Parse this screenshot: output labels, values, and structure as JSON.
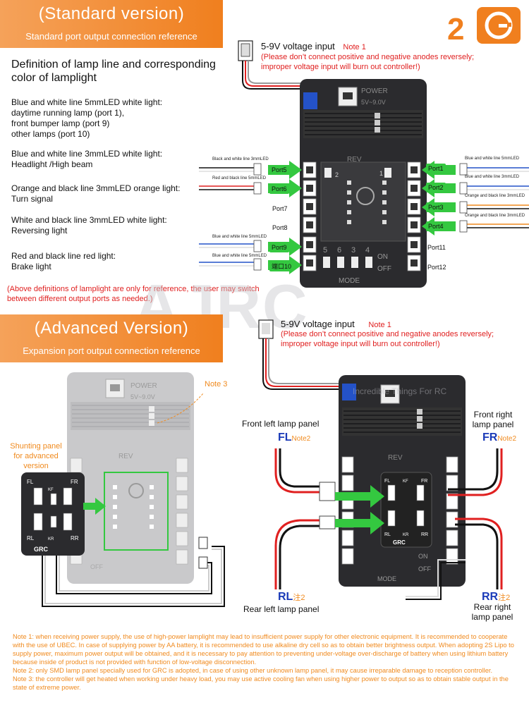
{
  "standard": {
    "title": "(Standard version)",
    "subtitle": "Standard port output connection reference",
    "definition_title": "Definition of lamp line and corresponding color of lamplight",
    "definitions": [
      {
        "l1": "Blue and white line 5mmLED white light:",
        "l2": "daytime running lamp (port 1),",
        "l3": "front bumper lamp (port 9)",
        "l4": "other lamps (port 10)"
      },
      {
        "l1": "Blue and white line 3mmLED white light:",
        "l2": "Headlight /High beam"
      },
      {
        "l1": "Orange and black line 3mmLED orange light:",
        "l2": "Turn signal"
      },
      {
        "l1": "White and black line 3mmLED white light:",
        "l2": "Reversing light"
      },
      {
        "l1": "Red and black line red light:",
        "l2": "Brake light"
      }
    ],
    "reference_note": "(Above definitions of lamplight are only for reference, the user may switch between different output ports as needed.)",
    "voltage_input": "5-9V voltage input",
    "note1": "Note 1",
    "warning_l1": "(Please don’t connect positive and negative anodes reversely;",
    "warning_l2": "improper voltage input will burn out controller!)",
    "controller": {
      "power": "POWER",
      "voltage": "5V~9.0V",
      "rev": "REV",
      "on": "ON",
      "off": "OFF",
      "mode": "MODE",
      "n1": "1",
      "n2": "2",
      "n3": "3",
      "n4": "4",
      "n5": "5",
      "n6": "6"
    },
    "left_ports": [
      {
        "label": "Port5",
        "wire": "Black and white line 3mmLED",
        "active": true
      },
      {
        "label": "Port6",
        "wire": "Red and black line 5mmLED",
        "active": true
      },
      {
        "label": "Port7",
        "wire": "",
        "active": false
      },
      {
        "label": "Port8",
        "wire": "",
        "active": false
      },
      {
        "label": "Port9",
        "wire": "Blue and white line 5mmLED",
        "active": true
      },
      {
        "label": "端口10",
        "wire": "Blue and white line 5mmLED",
        "active": true
      }
    ],
    "right_ports": [
      {
        "label": "Port1",
        "wire": "Blue and white line 5mmLED",
        "active": true
      },
      {
        "label": "Port2",
        "wire": "Blue and white line 3mmLED",
        "active": true
      },
      {
        "label": "Port3",
        "wire": "Orange and black line 3mmLED",
        "active": true
      },
      {
        "label": "Port4",
        "wire": "Orange and black line 3mmLED",
        "active": true
      },
      {
        "label": "Port11",
        "wire": "",
        "active": false
      },
      {
        "label": "Port12",
        "wire": "",
        "active": false
      }
    ]
  },
  "advanced": {
    "title": "(Advanced Version)",
    "subtitle": "Expansion port output connection reference",
    "voltage_input": "5-9V voltage input",
    "note1": "Note 1",
    "warning_l1": "(Please don’t connect positive and negative anodes reversely;",
    "warning_l2": "improper voltage input will burn out controller!)",
    "note3": "Note 3",
    "shunting_l1": "Shunting panel",
    "shunting_l2": "for advanced",
    "shunting_l3": "version",
    "shunt": {
      "fl": "FL",
      "fr": "FR",
      "rl": "RL",
      "rr": "RR",
      "kf": "KF",
      "kr": "KR",
      "brand": "GRC"
    },
    "front_left_panel": "Front left lamp panel",
    "front_right_l1": "Front right",
    "front_right_l2": "lamp panel",
    "fl_code": "FL",
    "fl_note": "Note2",
    "fr_code": "FR",
    "fr_note": "Note2",
    "rl_code": "RL",
    "rl_note": "注2",
    "rr_code": "RR",
    "rr_note": "注2",
    "rear_left_panel": "Rear left lamp panel",
    "rear_right_l1": "Rear right",
    "rear_right_l2": "lamp panel"
  },
  "watermark": "AJRC",
  "watermark_small": "Incredible Things For RC",
  "notes": [
    "Note 1: when receiving power supply, the use of high-power lamplight may lead to insufficient power supply for other electronic equipment. It is recommended to cooperate with the use of UBEC. In case of supplying power by AA battery, it is recommended to use alkaline dry cell so as to obtain better brightness output. When adopting 2S Lipo to supply power, maximum power output will be obtained, and it is necessary to pay attention to preventing under-voltage over-discharge of battery when using lithium battery because inside of product is not provided with function of low-voltage disconnection.",
    "Note 2: only SMD lamp panel specially used for GRC is adopted, in case of using other unknown lamp panel, it may cause irreparable damage to reception controller.",
    "Note 3: the controller will get heated when working under heavy load, you may use active cooling fan when using higher power to output so as to obtain stable output in the state of extreme power."
  ],
  "colors": {
    "accent": "#f07f1e",
    "warning": "#e02020",
    "arrow": "#34c840",
    "controller": "#2b2b2e",
    "code_blue": "#1a3ab8"
  }
}
